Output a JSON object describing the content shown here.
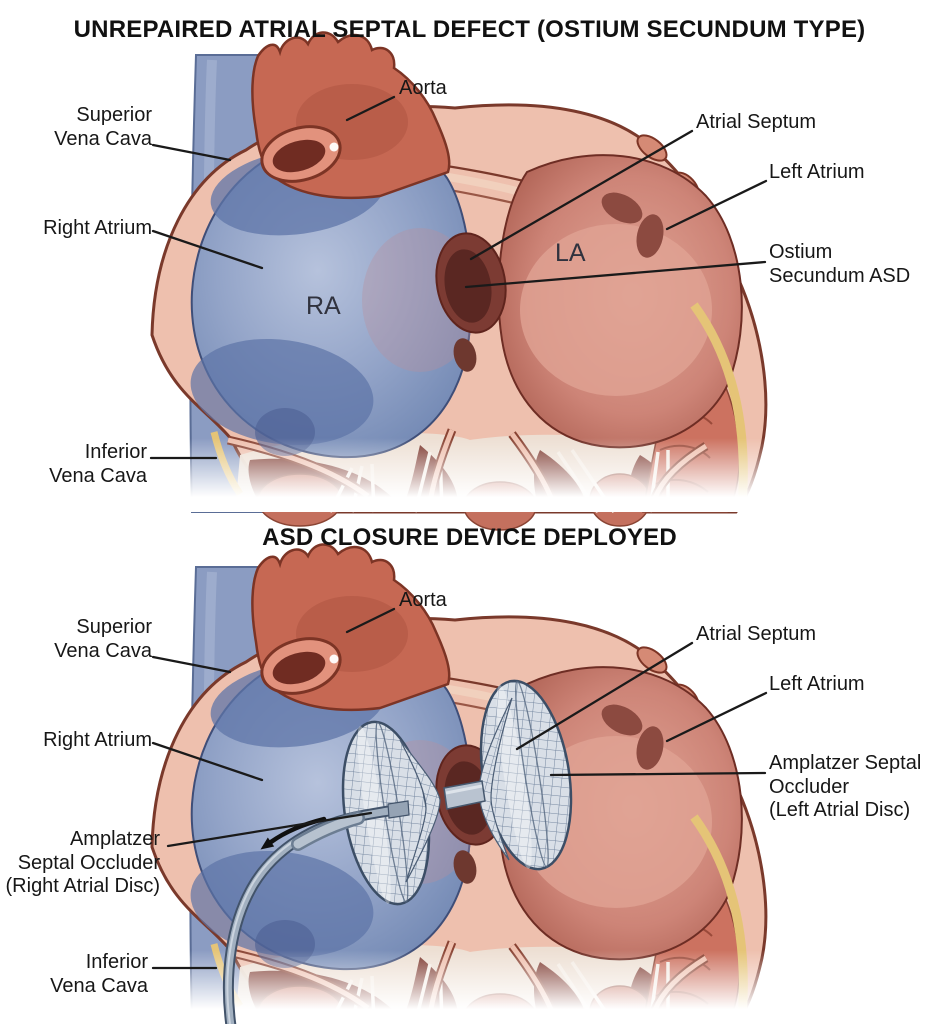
{
  "figure": {
    "panels": [
      {
        "id": "unrepaired-asd",
        "title": "UNREPAIRED ATRIAL SEPTAL DEFECT (OSTIUM SECUNDUM TYPE)",
        "labels": {
          "aorta": "Aorta",
          "superior_vena_cava": "Superior\nVena Cava",
          "right_atrium": "Right Atrium",
          "atrial_septum": "Atrial Septum",
          "left_atrium": "Left Atrium",
          "ostium_secundum_asd": "Ostium\nSecundum ASD",
          "inferior_vena_cava": "Inferior\nVena Cava",
          "ra_abbrev": "RA",
          "la_abbrev": "LA"
        }
      },
      {
        "id": "asd-closure-device-deployed",
        "title": "ASD CLOSURE DEVICE DEPLOYED",
        "labels": {
          "aorta": "Aorta",
          "superior_vena_cava": "Superior\nVena Cava",
          "right_atrium": "Right Atrium",
          "atrial_septum": "Atrial Septum",
          "left_atrium": "Left Atrium",
          "amplatzer_left_disc": "Amplatzer Septal\nOccluder\n(Left Atrial Disc)",
          "amplatzer_right_disc": "Amplatzer\nSeptal Occluder\n(Right Atrial Disc)",
          "inferior_vena_cava": "Inferior\nVena Cava"
        }
      }
    ],
    "colors": {
      "venous_blue": "#8b9cc2",
      "arterial_red": "#c66853",
      "heart_wall_pink": "#eec0ae",
      "asd_hole_maroon": "#5a2722",
      "device_mesh_gray": "#d9dfe7",
      "epicardial_fat_yellow": "#e5c477",
      "label_text": "#171717"
    }
  }
}
